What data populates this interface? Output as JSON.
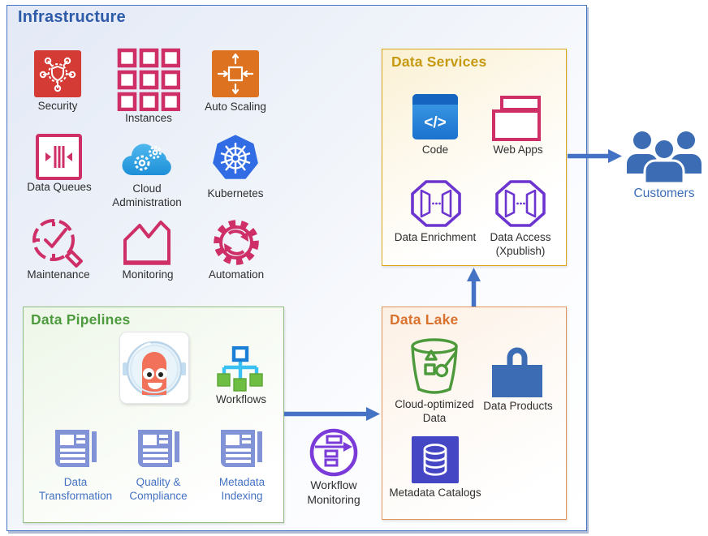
{
  "infra": {
    "title": "Infrastructure",
    "items": [
      {
        "label": "Security"
      },
      {
        "label": "Instances"
      },
      {
        "label": "Auto Scaling"
      },
      {
        "label": "Data Queues"
      },
      {
        "label": "Cloud Administration"
      },
      {
        "label": "Kubernetes"
      },
      {
        "label": "Maintenance"
      },
      {
        "label": "Monitoring"
      },
      {
        "label": "Automation"
      }
    ]
  },
  "services": {
    "title": "Data Services",
    "items": [
      {
        "label": "Code"
      },
      {
        "label": "Web Apps"
      },
      {
        "label": "Data Enrichment"
      },
      {
        "label": "Data Access (Xpublish)"
      }
    ]
  },
  "pipelines": {
    "title": "Data Pipelines",
    "items": [
      {
        "label": "Workflows"
      },
      {
        "label": "Data Transformation"
      },
      {
        "label": "Quality & Compliance"
      },
      {
        "label": "Metadata Indexing"
      }
    ]
  },
  "lake": {
    "title": "Data Lake",
    "items": [
      {
        "label": "Cloud-optimized Data"
      },
      {
        "label": "Data Products"
      },
      {
        "label": "Metadata Catalogs"
      }
    ]
  },
  "workflow_monitoring": {
    "label": "Workflow Monitoring"
  },
  "customers": {
    "label": "Customers"
  },
  "colors": {
    "arrow": "#4472C4",
    "infra_border": "#4472C4",
    "infra_title": "#2D5BA9",
    "services_title": "#C59A10",
    "pipelines_title": "#4E9B3F",
    "lake_title": "#D9722F",
    "pink": "#CE2F67",
    "red": "#D43B34",
    "orange": "#DD7321",
    "purple": "#6C35D0",
    "blue": "#3B6CB4",
    "green": "#4C9A3C"
  }
}
